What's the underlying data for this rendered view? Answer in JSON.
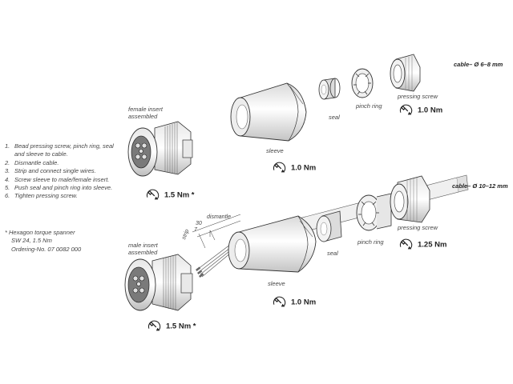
{
  "instructions": {
    "steps": [
      {
        "num": "1.",
        "text": "Bead pressing screw, pinch ring, seal and sleeve to cable."
      },
      {
        "num": "2.",
        "text": "Dismantle cable."
      },
      {
        "num": "3.",
        "text": "Strip and connect single wires."
      },
      {
        "num": "4.",
        "text": "Screw sleeve to male/female insert."
      },
      {
        "num": "5.",
        "text": "Push seal and pinch ring into sleeve."
      },
      {
        "num": "6.",
        "text": "Tighten pressing screw."
      }
    ],
    "note_line1": "* Hexagon torque spanner",
    "note_line2": "SW 24, 1.5 Nm",
    "note_line3": "Ordering-No. 07 0082 000"
  },
  "top_assembly": {
    "cable_label": "cable– Ø 6–8 mm",
    "female_insert_label_line1": "female insert",
    "female_insert_label_line2": "assembled",
    "female_insert_torque": "1.5 Nm *",
    "sleeve_label": "sleeve",
    "sleeve_torque": "1.0 Nm",
    "seal_label": "seal",
    "pinch_ring_label": "pinch ring",
    "pressing_screw_label": "pressing screw",
    "pressing_screw_torque": "1.0 Nm"
  },
  "bottom_assembly": {
    "cable_label": "cable– Ø 10–12 mm",
    "male_insert_label_line1": "male insert",
    "male_insert_label_line2": "assembled",
    "male_insert_torque": "1.5 Nm *",
    "sleeve_label": "sleeve",
    "sleeve_torque": "1.0 Nm",
    "seal_label": "seal",
    "pinch_ring_label": "pinch ring",
    "pressing_screw_label": "pressing screw",
    "pressing_screw_torque": "1.25 Nm",
    "dim_30": "30",
    "dim_7": "7",
    "dim_dismantle": "dismantle",
    "dim_strip": "strip"
  },
  "icons": {
    "torque": "torque-wrench-icon"
  }
}
